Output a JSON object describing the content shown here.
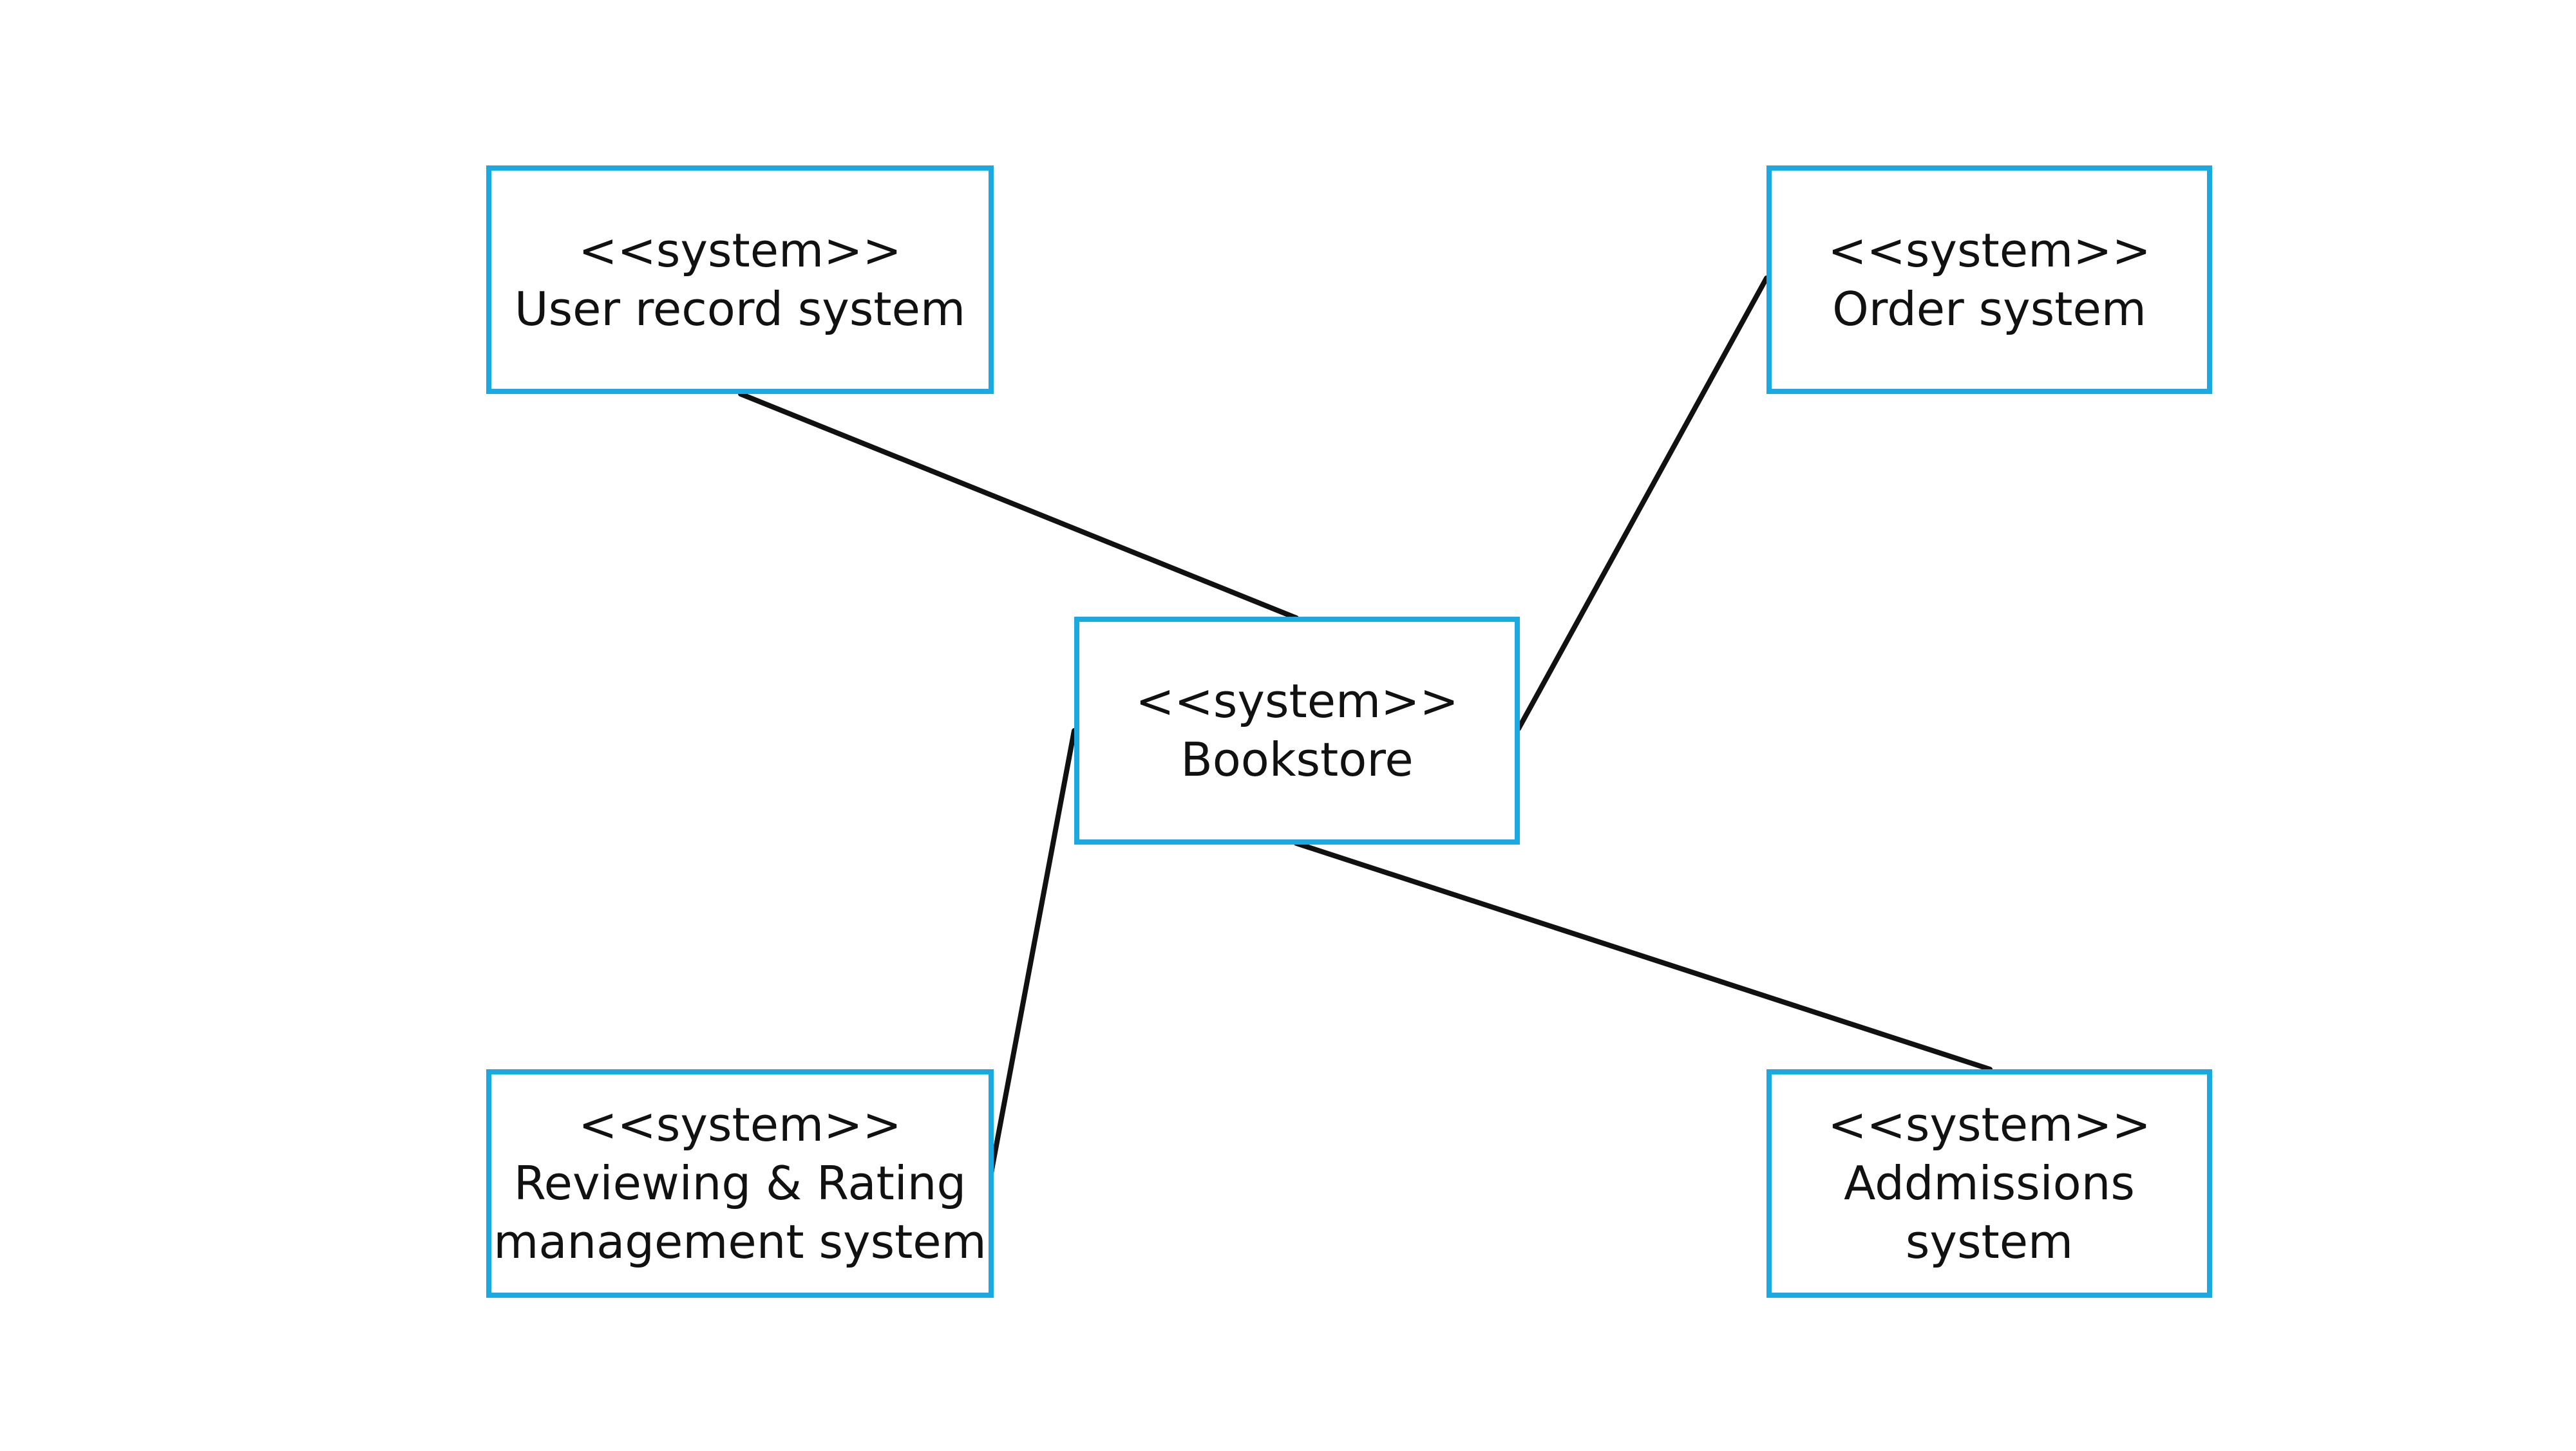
{
  "diagram": {
    "colors": {
      "node_border": "#1aa9e1",
      "connector": "#111111",
      "text": "#111111",
      "background": "#ffffff"
    },
    "nodes": {
      "user_record": {
        "stereotype": "<<system>>",
        "name": "User record system"
      },
      "order": {
        "stereotype": "<<system>>",
        "name": "Order system"
      },
      "bookstore": {
        "stereotype": "<<system>>",
        "name": "Bookstore"
      },
      "reviewing": {
        "stereotype": "<<system>>",
        "name_line_1": "Reviewing & Rating",
        "name_line_2": "management system"
      },
      "admissions": {
        "stereotype": "<<system>>",
        "name_line_1": "Addmissions",
        "name_line_2": "system"
      }
    },
    "connections": [
      {
        "from": "user_record",
        "to": "bookstore"
      },
      {
        "from": "order",
        "to": "bookstore"
      },
      {
        "from": "reviewing",
        "to": "bookstore"
      },
      {
        "from": "admissions",
        "to": "bookstore"
      }
    ]
  }
}
